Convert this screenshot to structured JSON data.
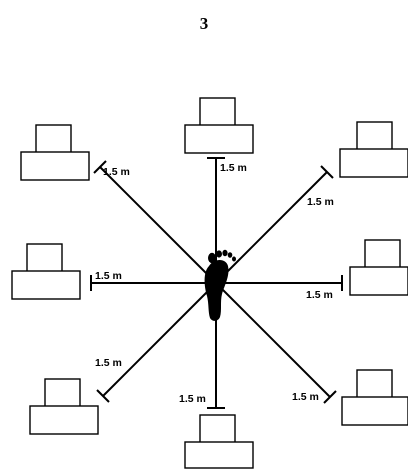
{
  "page": {
    "number": "3"
  },
  "diagram": {
    "stations": [
      {
        "id": "top"
      },
      {
        "id": "top-right"
      },
      {
        "id": "right"
      },
      {
        "id": "bottom-right"
      },
      {
        "id": "bottom"
      },
      {
        "id": "bottom-left"
      },
      {
        "id": "left"
      },
      {
        "id": "top-left"
      }
    ],
    "distance_labels": {
      "top": "1.5 m",
      "top_right": "1.5 m",
      "right": "1.5 m",
      "bottom_right": "1.5 m",
      "bottom": "1.5 m",
      "bottom_left": "1.5 m",
      "left": "1.5 m",
      "top_left": "1.5 m"
    },
    "center_icon": "footprint-icon",
    "colors": {
      "line": "#000000",
      "background": "#ffffff"
    }
  }
}
